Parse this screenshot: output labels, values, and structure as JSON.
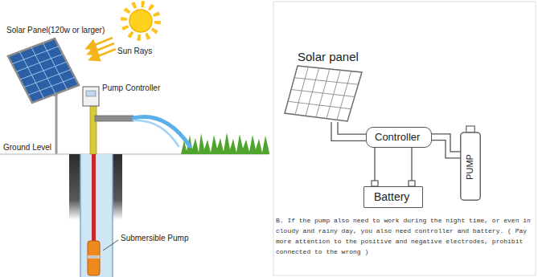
{
  "diagram": {
    "nodes": [
      {
        "text": [
          "Solar panel"
        ]
      },
      {
        "text": [
          "Controller"
        ]
      },
      {
        "text": [
          "PUMP"
        ]
      },
      {
        "text": [
          "Battery"
        ]
      }
    ],
    "edges": [
      {
        "from": 0,
        "to": 1,
        "arrow": "none"
      },
      {
        "from": 1,
        "to": 3,
        "arrow": "none"
      },
      {
        "from": 1,
        "to": 2,
        "arrow": "none"
      }
    ],
    "labels": [
      "Solar Panel(120w or larger)",
      "Sun Rays",
      "Pump Controller",
      "Ground Level",
      "Submersible Pump",
      "B. If the pump also need to work during the night time, or even in cloudy and rainy day, you also need controller and battery. ( Pay more attention to the positive and negative electrodes, prohibit connected to the wrong )"
    ]
  }
}
